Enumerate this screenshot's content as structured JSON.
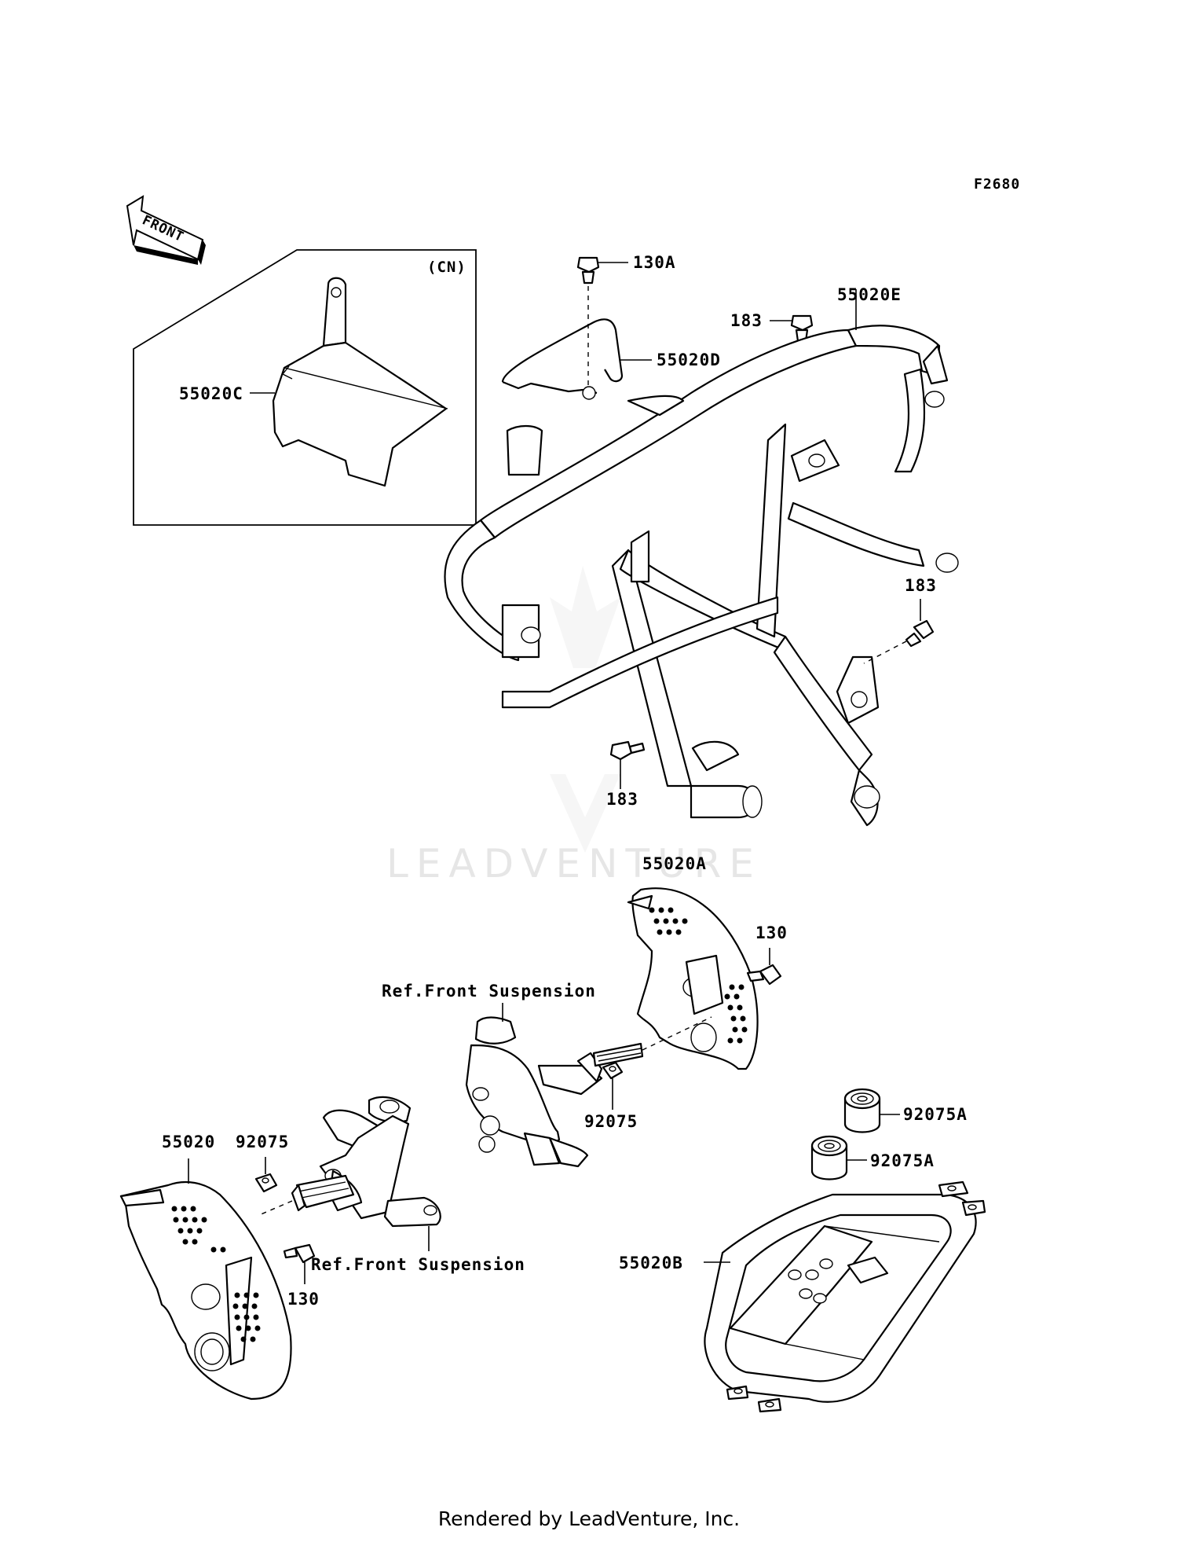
{
  "figure_code": "F2680",
  "front_arrow_label": "FRONT",
  "inset_label": "(CN)",
  "watermark": "LEADVENTURE",
  "footer": "Rendered by LeadVenture, Inc.",
  "labels": {
    "p130A": "130A",
    "p55020D": "55020D",
    "p183_top": "183",
    "p55020E": "55020E",
    "p55020C": "55020C",
    "p183_right": "183",
    "p183_bottom": "183",
    "p55020A": "55020A",
    "p130_right": "130",
    "ref_front_susp_upper": "Ref.Front Suspension",
    "p92075_mid": "92075",
    "p92075A_top": "92075A",
    "p92075A_bottom": "92075A",
    "p55020": "55020",
    "p92075_left": "92075",
    "ref_front_susp_lower": "Ref.Front Suspension",
    "p130_left": "130",
    "p55020B": "55020B"
  }
}
